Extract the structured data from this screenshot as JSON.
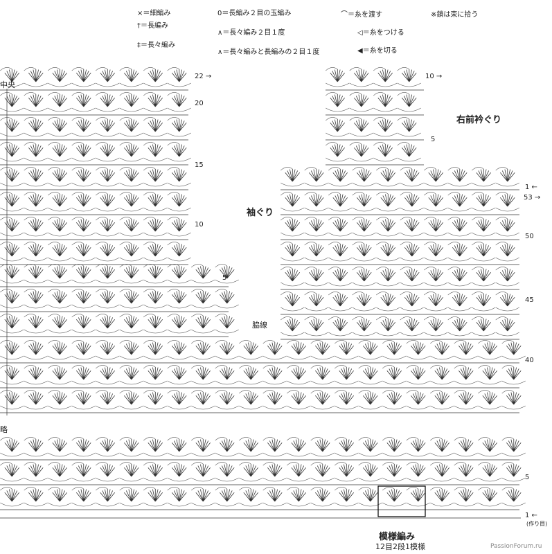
{
  "legend": {
    "sc": "＝細編み",
    "dc": "＝長編み",
    "tr": "＝長々編み",
    "dc2puff": "＝長編み２目の玉編み",
    "tr2tog": "＝長々編み２目１度",
    "tr_dc2tog": "＝長々編みと長編みの２目１度",
    "pass_yarn": "＝糸を渡す",
    "join_yarn": "＝糸をつける",
    "cut_yarn": "＝糸を切る",
    "note": "※鎖は束に拾う"
  },
  "labels": {
    "center": "中央",
    "omit": "略",
    "armhole": "袖ぐり",
    "side_seam": "脇線",
    "right_front_neck": "右前衿ぐり",
    "pattern_title": "模様編み",
    "pattern_repeat": "12目2段1模様",
    "foundation": "(作り目)",
    "watermark": "PassionForum.ru"
  },
  "left_rows": [
    {
      "text": "22 →"
    },
    {
      "text": "20"
    },
    {
      "text": "15"
    },
    {
      "text": "10"
    },
    {
      "text": "5"
    }
  ],
  "right_top_rows": [
    {
      "text": "10 →"
    },
    {
      "text": "5"
    }
  ],
  "right_rows": [
    {
      "text": "1 ←"
    },
    {
      "text": "53 →"
    },
    {
      "text": "50"
    },
    {
      "text": "45"
    },
    {
      "text": "40"
    },
    {
      "text": "5"
    },
    {
      "text": "1 ←"
    }
  ]
}
